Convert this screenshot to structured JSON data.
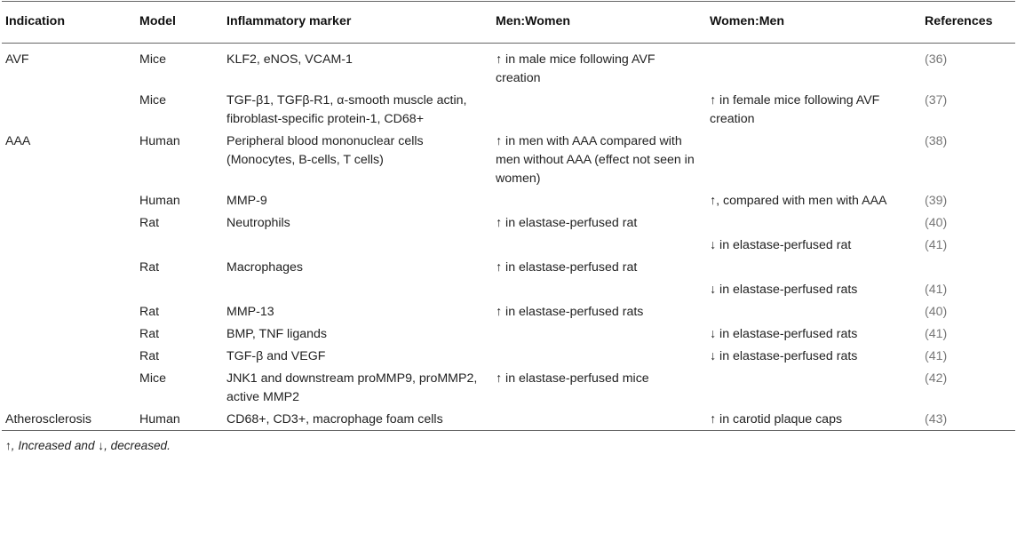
{
  "headers": [
    "Indication",
    "Model",
    "Inflammatory marker",
    "Men:Women",
    "Women:Men",
    "References"
  ],
  "rows": [
    {
      "indication": "AVF",
      "model": "Mice",
      "marker": "KLF2, eNOS, VCAM-1",
      "men_women": "↑ in male mice following AVF creation",
      "women_men": "",
      "ref": "(36)"
    },
    {
      "indication": "",
      "model": "Mice",
      "marker": "TGF-β1, TGFβ-R1, α-smooth muscle actin, fibroblast-specific protein-1, CD68+",
      "men_women": "",
      "women_men": "↑ in female mice following AVF creation",
      "ref": "(37)"
    },
    {
      "indication": "AAA",
      "model": "Human",
      "marker": "Peripheral blood mononuclear cells (Monocytes, B-cells, T cells)",
      "men_women": "↑ in men with AAA compared with men without AAA (effect not seen in women)",
      "women_men": "",
      "ref": "(38)"
    },
    {
      "indication": "",
      "model": "Human",
      "marker": "MMP-9",
      "men_women": "",
      "women_men": "↑, compared with men with AAA",
      "ref": "(39)"
    },
    {
      "indication": "",
      "model": "Rat",
      "marker": "Neutrophils",
      "men_women": "↑ in elastase-perfused rat",
      "women_men": "",
      "ref": "(40)"
    },
    {
      "indication": "",
      "model": "",
      "marker": "",
      "men_women": "",
      "women_men": "↓ in elastase-perfused rat",
      "ref": "(41)"
    },
    {
      "indication": "",
      "model": "Rat",
      "marker": "Macrophages",
      "men_women": "↑ in elastase-perfused rat",
      "women_men": "",
      "ref": ""
    },
    {
      "indication": "",
      "model": "",
      "marker": "",
      "men_women": "",
      "women_men": "↓ in elastase-perfused rats",
      "ref": "(41)"
    },
    {
      "indication": "",
      "model": "Rat",
      "marker": "MMP-13",
      "men_women": "↑ in elastase-perfused rats",
      "women_men": "",
      "ref": "(40)"
    },
    {
      "indication": "",
      "model": "Rat",
      "marker": "BMP, TNF ligands",
      "men_women": "",
      "women_men": "↓ in elastase-perfused rats",
      "ref": "(41)"
    },
    {
      "indication": "",
      "model": "Rat",
      "marker": "TGF-β and VEGF",
      "men_women": "",
      "women_men": "↓ in elastase-perfused rats",
      "ref": "(41)"
    },
    {
      "indication": "",
      "model": "Mice",
      "marker": "JNK1 and downstream proMMP9, proMMP2, active MMP2",
      "men_women": "↑ in elastase-perfused mice",
      "women_men": "",
      "ref": "(42)"
    },
    {
      "indication": "Atherosclerosis",
      "model": "Human",
      "marker": "CD68+, CD3+, macrophage foam cells",
      "men_women": "",
      "women_men": "↑ in carotid plaque caps",
      "ref": "(43)"
    }
  ],
  "footnote": "↑, Increased and ↓, decreased.",
  "colors": {
    "text": "#222222",
    "reference_text": "#777777",
    "rule": "#666666"
  }
}
